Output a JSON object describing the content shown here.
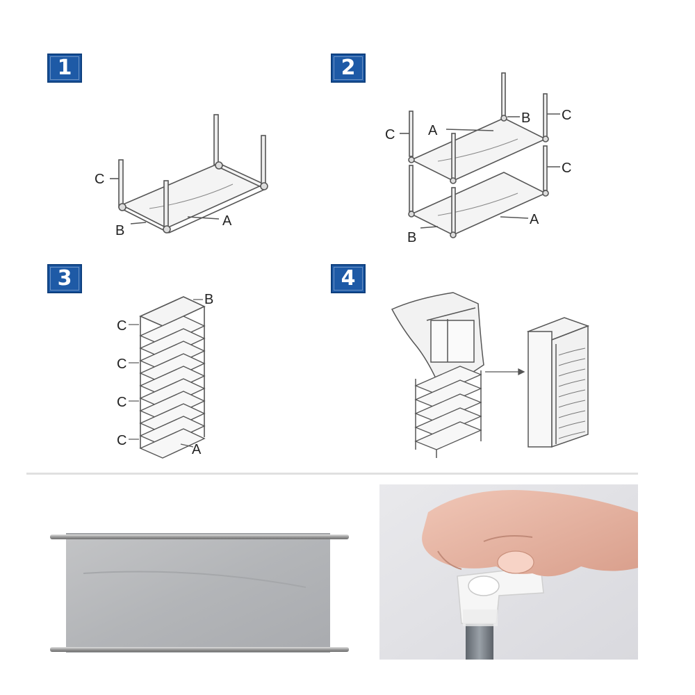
{
  "steps": [
    {
      "number": "1",
      "labels": {
        "a": "A",
        "b": "B",
        "c": "C"
      }
    },
    {
      "number": "2",
      "labels": {
        "a": "A",
        "b": "B",
        "c": "C"
      }
    },
    {
      "number": "3",
      "labels": {
        "a": "A",
        "b": "B",
        "c": "C"
      }
    },
    {
      "number": "4"
    }
  ],
  "colors": {
    "badge": "#1e5aa6",
    "line": "#444444",
    "fabric": "#b5b7b9",
    "skin": "#e8b9a8"
  }
}
